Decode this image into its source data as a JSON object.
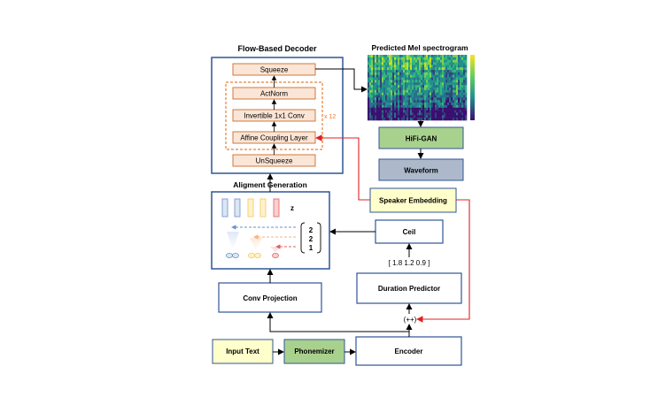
{
  "decoder": {
    "title": "Flow-Based Decoder",
    "squeeze": "Squeeze",
    "actnorm": "ActNorm",
    "inv_conv": "Invertible 1x1 Conv",
    "affine": "Affine Coupling Layer",
    "unsqueeze": "UnSqueeze",
    "repeat": "x 12"
  },
  "spectrogram": {
    "title": "Predicted  Mel spectrogram"
  },
  "hifigan": "HiFi-GAN",
  "waveform": "Waveform",
  "speaker": "Speaker Embedding",
  "alignment": {
    "title": "Aligment Generation",
    "z_label": "z",
    "durations": [
      "2",
      "2",
      "1"
    ]
  },
  "ceil": "Ceil",
  "duration_values": "[ 1.8   1.2   0.9 ]",
  "duration_predictor": "Duration Predictor",
  "conv_projection": "Conv Projection",
  "concat": "(++)",
  "input_text": "Input Text",
  "phonemizer": "Phonemizer",
  "encoder": "Encoder",
  "colors": {
    "block_blue": "#2f5597",
    "layer_fill": "#fbe5d6",
    "layer_border": "#c55a11",
    "dashed_orange": "#ed7d31",
    "green_fill": "#a9d18e",
    "blue_fill": "#adb9ca",
    "yellow_fill": "#ffffcc",
    "red": "#e02020"
  }
}
